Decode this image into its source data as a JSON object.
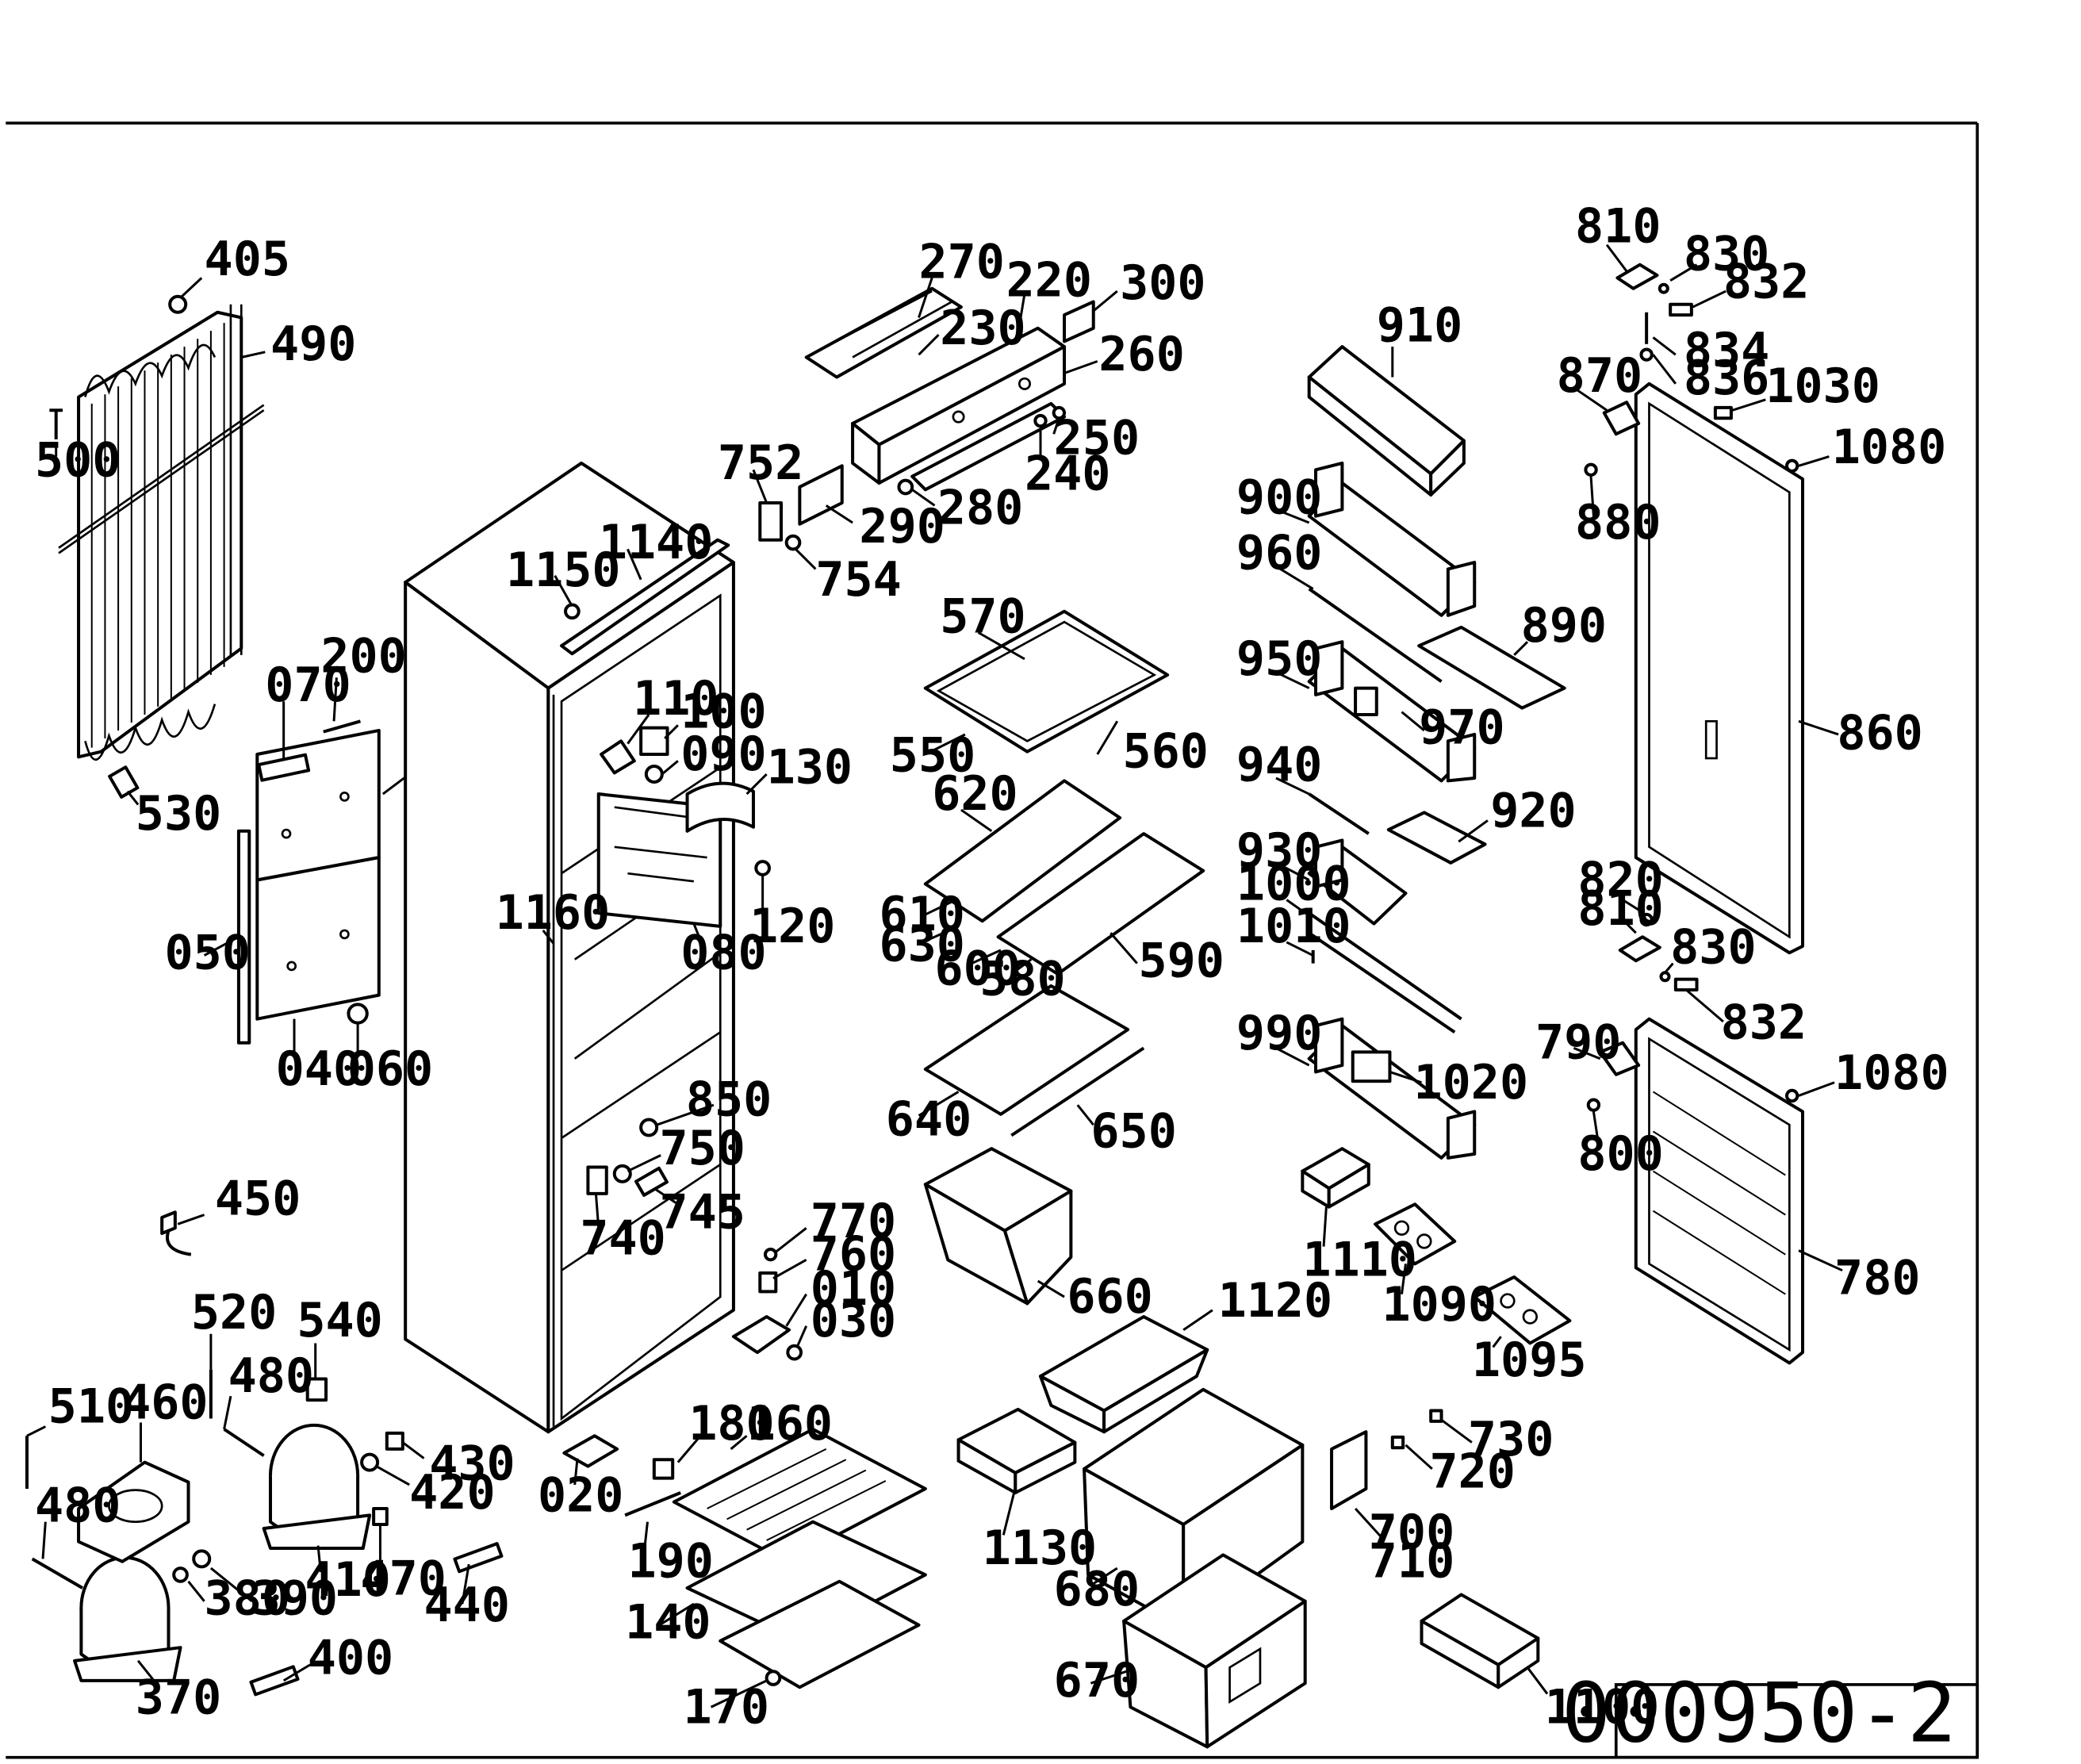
{
  "drawing_number": "000950-2",
  "callouts": {
    "c405": "405",
    "c490": "490",
    "c500": "500",
    "c530": "530",
    "c070": "070",
    "c200": "200",
    "c050": "050",
    "c040": "040",
    "c060": "060",
    "c450": "450",
    "c520": "520",
    "c540": "540",
    "c480a": "480",
    "c510": "510",
    "c460": "460",
    "c480b": "480",
    "c370": "370",
    "c380": "380",
    "c390": "390",
    "c400": "400",
    "c410": "410",
    "c420": "420",
    "c430": "430",
    "c470": "470",
    "c440": "440",
    "c1150": "1150",
    "c1140": "1140",
    "c1160": "1160",
    "c110": "110",
    "c100": "100",
    "c090": "090",
    "c130": "130",
    "c120": "120",
    "c080": "080",
    "c850": "850",
    "c750": "750",
    "c745": "745",
    "c740": "740",
    "c770": "770",
    "c760": "760",
    "c010": "010",
    "c030": "030",
    "c020": "020",
    "c270": "270",
    "c220": "220",
    "c300": "300",
    "c230": "230",
    "c260": "260",
    "c250": "250",
    "c240": "240",
    "c280": "280",
    "c290": "290",
    "c752": "752",
    "c754": "754",
    "c570": "570",
    "c550": "550",
    "c560": "560",
    "c620": "620",
    "c610": "610",
    "c630": "630",
    "c600": "600",
    "c580": "580",
    "c590": "590",
    "c640": "640",
    "c650": "650",
    "c660": "660",
    "c1120": "1120",
    "c1130": "1130",
    "c680": "680",
    "c670": "670",
    "c180": "180",
    "c160": "160",
    "c190": "190",
    "c140": "140",
    "c170": "170",
    "c910": "910",
    "c900": "900",
    "c960": "960",
    "c890": "890",
    "c950": "950",
    "c970": "970",
    "c940": "940",
    "c920": "920",
    "c930": "930",
    "c1000": "1000",
    "c1010": "1010",
    "c990": "990",
    "c1020": "1020",
    "c1110": "1110",
    "c1090": "1090",
    "c1095": "1095",
    "c730": "730",
    "c720": "720",
    "c700": "700",
    "c710": "710",
    "c1100": "1100",
    "c810a": "810",
    "c830a": "830",
    "c832a": "832",
    "c834": "834",
    "c836": "836",
    "c870": "870",
    "c1030": "1030",
    "c1080a": "1080",
    "c880": "880",
    "c860": "860",
    "c820": "820",
    "c810b": "810",
    "c830b": "830",
    "c832b": "832",
    "c790": "790",
    "c1080b": "1080",
    "c800": "800",
    "c780": "780"
  }
}
